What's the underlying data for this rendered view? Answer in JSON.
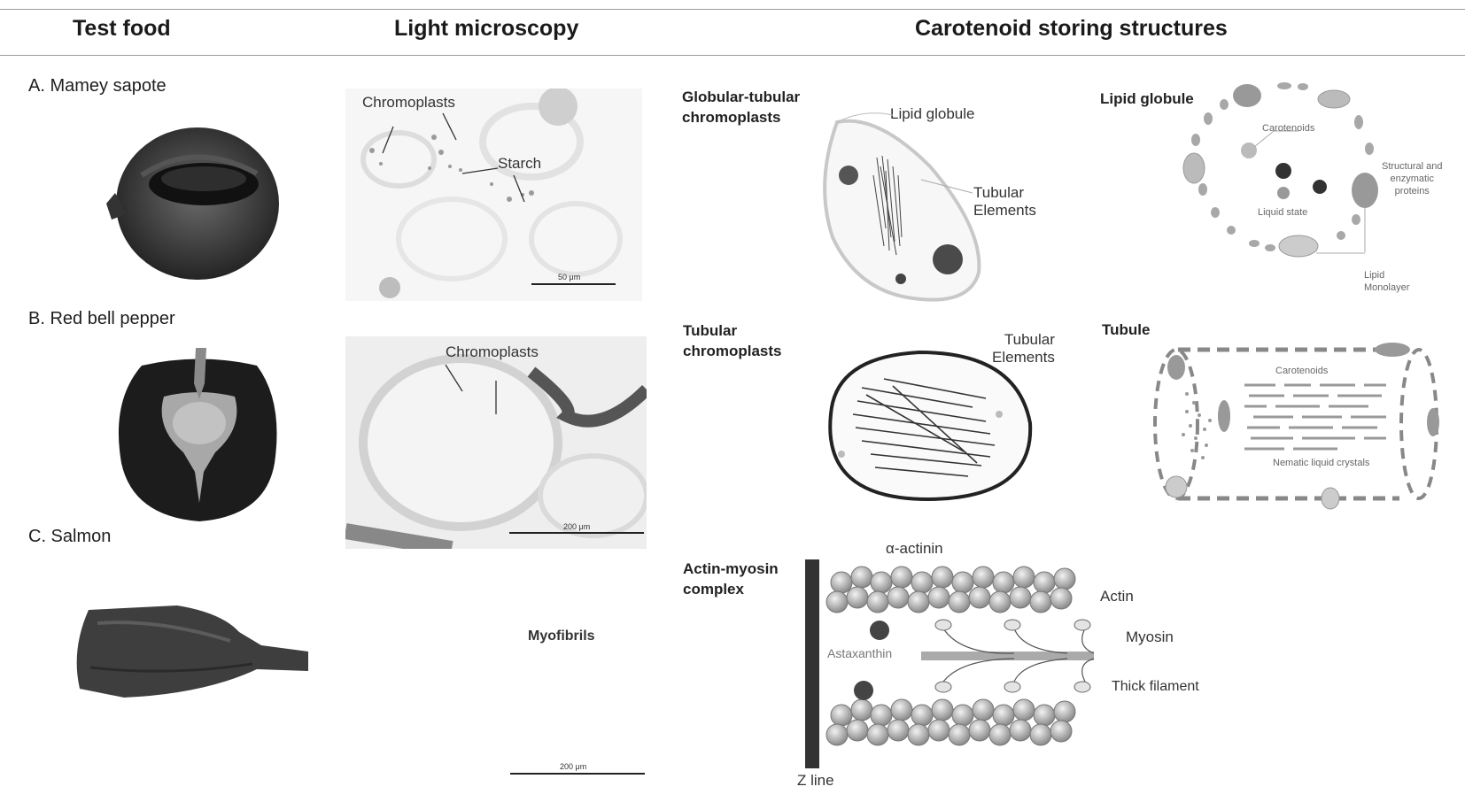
{
  "headers": {
    "test_food": "Test food",
    "light_microscopy": "Light microscopy",
    "storing_structures": "Carotenoid storing structures"
  },
  "foods": [
    {
      "label": "A. Mamey sapote"
    },
    {
      "label": "B. Red bell pepper"
    },
    {
      "label": "C.  Salmon"
    }
  ],
  "microscopy": {
    "a": {
      "label_chromoplasts": "Chromoplasts",
      "label_starch": "Starch",
      "scale": "50 μm"
    },
    "b": {
      "label_chromoplasts": "Chromoplasts",
      "scale": "200 μm"
    },
    "c": {
      "label_myofibrils": "Myofibrils",
      "scale": "200 μm"
    }
  },
  "structures": {
    "globular": {
      "title_line1": "Globular-tubular",
      "title_line2": "chromoplasts",
      "lipid_globule": "Lipid globule",
      "tubular_line1": "Tubular",
      "tubular_line2": "Elements"
    },
    "lipid_globule_detail": {
      "title": "Lipid globule",
      "carotenoids": "Carotenoids",
      "liquid_state": "Liquid state",
      "proteins_line1": "Structural and",
      "proteins_line2": "enzymatic",
      "proteins_line3": "proteins",
      "monolayer_line1": "Lipid",
      "monolayer_line2": "Monolayer"
    },
    "tubular": {
      "title_line1": "Tubular",
      "title_line2": "chromoplasts",
      "tubular_line1": "Tubular",
      "tubular_line2": "Elements"
    },
    "tubule_detail": {
      "title": "Tubule",
      "carotenoids": "Carotenoids",
      "nematic": "Nematic liquid crystals"
    },
    "actin_myosin": {
      "title_line1": "Actin-myosin",
      "title_line2": "complex",
      "alpha_actinin": "α-actinin",
      "actin": "Actin",
      "myosin": "Myosin",
      "astaxanthin": "Astaxanthin",
      "thick_filament": "Thick filament",
      "z_line": "Z line"
    }
  }
}
